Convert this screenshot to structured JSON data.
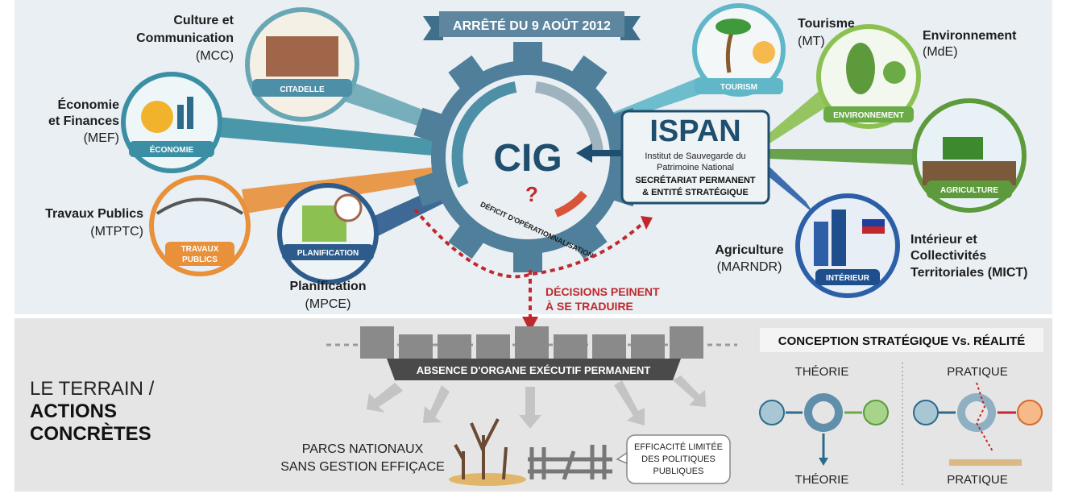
{
  "banner": "ARRÊTÉ DU 9 AOÛT 2012",
  "hub": {
    "title": "CIG",
    "deficit": "DÉFICIT D'OPÉRATIONNALISATION",
    "question": "?",
    "decisions": [
      "DÉCISIONS PEINENT",
      "À SE TRADUIRE"
    ]
  },
  "ispan": {
    "title": "ISPAN",
    "subtitle": [
      "Institut de Sauvegarde du",
      "Patrimoine National"
    ],
    "role": [
      "SECRÉTARIAT PERMANENT",
      "& ENTITÉ STRATÉGIQUE"
    ]
  },
  "ministries": {
    "culture": {
      "name": [
        "Culture et",
        "Communication"
      ],
      "abbr": "(MCC)",
      "badge": "CITADELLE"
    },
    "economie": {
      "name": [
        "Économie",
        "et Finances"
      ],
      "abbr": "(MEF)",
      "badge": "ÉCONOMIE"
    },
    "travaux": {
      "name": [
        "Travaux Publics"
      ],
      "abbr": "(MTPTC)",
      "badge": [
        "TRAVAUX",
        "PUBLICS"
      ]
    },
    "planification": {
      "name": [
        "Planification"
      ],
      "abbr": "(MPCE)",
      "badge": "PLANIFICATION"
    },
    "tourisme": {
      "name": [
        "Tourisme"
      ],
      "abbr": "(MT)",
      "badge": "TOURISM"
    },
    "environnement": {
      "name": [
        "Environnement"
      ],
      "abbr": "(MdE)",
      "badge": "ENVIRONNEMENT"
    },
    "agriculture": {
      "name": [
        "Agriculture"
      ],
      "abbr": "(MARNDR)",
      "badge": "AGRICULTURE"
    },
    "interieur": {
      "name": [
        "Intérieur et",
        "Collectivités",
        "Territoriales (MICT)"
      ],
      "badge": "INTÉRIEUR"
    }
  },
  "terrain": {
    "title": [
      "LE TERRAIN /",
      "ACTIONS",
      "CONCRÈTES"
    ],
    "absence": "ABSENCE D'ORGANE EXÉCUTIF PERMANENT",
    "parcs": [
      "PARCS NATIONAUX",
      "SANS GESTION EFFIÇACE"
    ],
    "bubble": [
      "EFFICACITÉ LIMITÉE",
      "DES POLITIQUES",
      "PUBLIQUES"
    ]
  },
  "comparison": {
    "title": "CONCEPTION STRATÉGIQUE Vs. RÉALITÉ",
    "theory_top": "THÉORIE",
    "theory_bottom": "THÉORIE",
    "practice_top": "PRATIQUE",
    "practice_bottom": "PRATIQUE"
  },
  "colors": {
    "gear": "#4f7f9a",
    "dark": "#1f4e6e",
    "red": "#c0282d",
    "green": "#6aab45",
    "orange": "#e8903a"
  }
}
